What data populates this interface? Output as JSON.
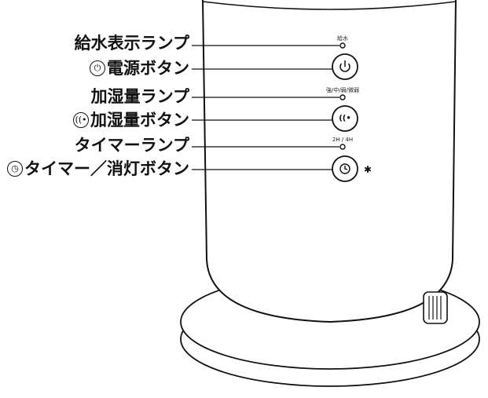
{
  "callouts": {
    "water_lamp": "給水表示ランプ",
    "power_button": "電源ボタン",
    "humid_lamp": "加湿量ランプ",
    "humid_button": "加湿量ボタン",
    "timer_lamp": "タイマーランプ",
    "timer_button": "タイマー／消灯ボタン"
  },
  "panel": {
    "water_label": "給水",
    "humid_label": "強/中/弱/微弱",
    "timer_label": "2H / 4H"
  },
  "icons": {
    "power": "power-icon",
    "humid": "mist-icon",
    "timer": "clock-icon",
    "light_off": "light-off-icon"
  }
}
